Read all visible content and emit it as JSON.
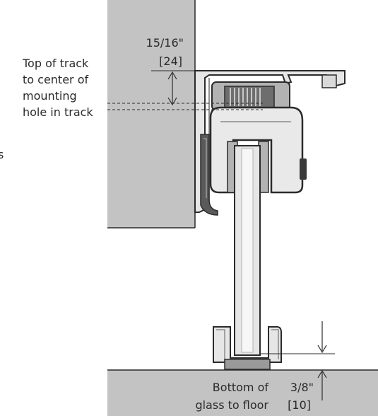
{
  "top_dimension": {
    "imperial": "15/16\"",
    "metric": "[24]",
    "description_lines": [
      "Top of track",
      "to center of",
      "mounting",
      "hole in track"
    ]
  },
  "bottom_dimension": {
    "imperial": "3/8\"",
    "metric": "[10]",
    "description_lines": [
      "Bottom of",
      "glass to floor"
    ]
  },
  "edge_fragment": "s",
  "colors": {
    "wall": "#c3c3c3",
    "floor": "#c3c3c3",
    "outline": "#2b2b2b",
    "metal_light": "#e6e6e6",
    "metal_mid": "#b3b3b3",
    "metal_dark": "#6e6e6e"
  }
}
